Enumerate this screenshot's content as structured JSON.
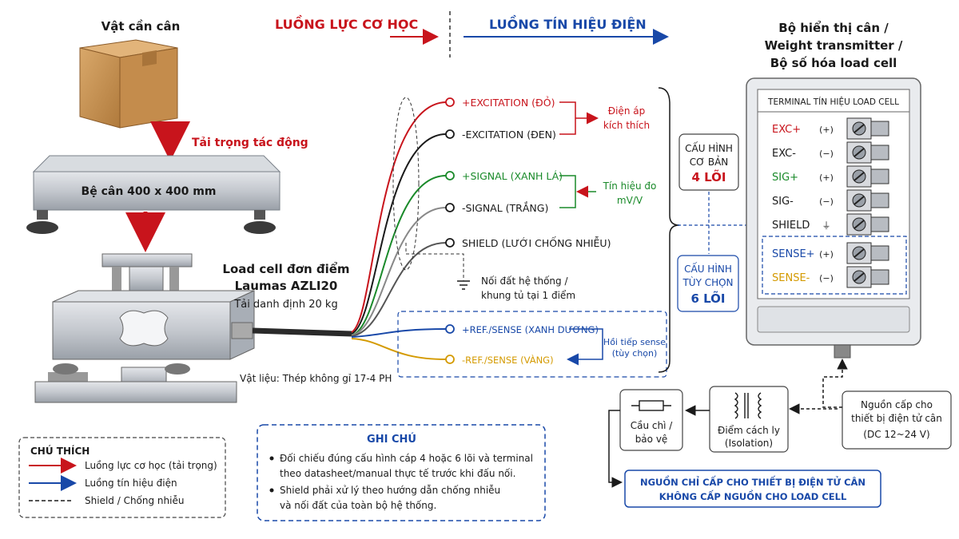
{
  "flows": {
    "mechanical": "LUỒNG LỰC CƠ HỌC",
    "electrical": "LUỒNG TÍN HIỆU ĐIỆN"
  },
  "left": {
    "object_label": "Vật cần cân",
    "load_label": "Tải trọng tác động",
    "platform_label": "Bệ cân 400 x 400 mm",
    "loadcell_line1": "Load cell đơn điểm",
    "loadcell_line2": "Laumas AZLI20",
    "loadcell_line3": "Tải danh định 20 kg",
    "material": "Vật liệu: Thép không gỉ 17-4 PH"
  },
  "wires": [
    {
      "label": "+EXCITATION (ĐỎ)",
      "color": "#c8141c"
    },
    {
      "label": "-EXCITATION (ĐEN)",
      "color": "#1a1a1a"
    },
    {
      "label": "+SIGNAL (XANH LÁ)",
      "color": "#1a8a2a"
    },
    {
      "label": "-SIGNAL (TRẮNG)",
      "color": "#1a1a1a"
    },
    {
      "label": "SHIELD (LƯỚI CHỐNG NHIỄU)",
      "color": "#1a1a1a"
    },
    {
      "label": "+REF./SENSE (XANH DƯƠNG)",
      "color": "#1848a8"
    },
    {
      "label": "-REF./SENSE (VÀNG)",
      "color": "#d49a00"
    }
  ],
  "annotations": {
    "excitation_1": "Điện áp",
    "excitation_2": "kích thích",
    "signal_1": "Tín hiệu đo",
    "signal_2": "mV/V",
    "ground_1": "Nối đất hệ thống /",
    "ground_2": "khung tủ tại 1 điểm",
    "sense_1": "Hồi tiếp sense",
    "sense_2": "(tùy chọn)"
  },
  "config": {
    "basic_1": "CẤU HÌNH",
    "basic_2": "CƠ BẢN",
    "basic_3": "4 LÕI",
    "optional_1": "CẤU HÌNH",
    "optional_2": "TÙY CHỌN",
    "optional_3": "6 LÕI"
  },
  "transmitter": {
    "title_1": "Bộ hiển thị cân /",
    "title_2": "Weight transmitter /",
    "title_3": "Bộ số hóa load cell",
    "terminal_header": "TERMINAL TÍN HIỆU LOAD CELL",
    "terminals": [
      {
        "name": "EXC+",
        "sign": "(+)",
        "color": "#c8141c"
      },
      {
        "name": "EXC-",
        "sign": "(−)",
        "color": "#1a1a1a"
      },
      {
        "name": "SIG+",
        "sign": "(+)",
        "color": "#1a8a2a"
      },
      {
        "name": "SIG-",
        "sign": "(−)",
        "color": "#1a1a1a"
      },
      {
        "name": "SHIELD",
        "sign": "⏚",
        "color": "#1a1a1a"
      },
      {
        "name": "SENSE+",
        "sign": "(+)",
        "color": "#1848a8"
      },
      {
        "name": "SENSE-",
        "sign": "(−)",
        "color": "#d49a00"
      }
    ]
  },
  "power": {
    "supply_1": "Nguồn cấp cho",
    "supply_2": "thiết bị điện tử cân",
    "supply_3": "(DC 12~24 V)",
    "isolation_1": "Điểm cách ly",
    "isolation_2": "(Isolation)",
    "fuse_1": "Cầu chì /",
    "fuse_2": "bảo vệ",
    "note_1": "NGUỒN CHỈ CẤP CHO THIẾT BỊ ĐIỆN TỬ CÂN",
    "note_2": "KHÔNG CẤP NGUỒN CHO LOAD CELL"
  },
  "legend": {
    "title": "CHÚ THÍCH",
    "items": [
      {
        "label": "Luồng lực cơ học (tải trọng)"
      },
      {
        "label": "Luồng tín hiệu điện"
      },
      {
        "label": "Shield / Chống nhiễu"
      }
    ]
  },
  "note": {
    "title": "GHI CHÚ",
    "lines": [
      "Đối chiếu đúng cấu hình cáp 4 hoặc 6 lõi và terminal",
      "theo datasheet/manual thực tế trước khi đấu nối.",
      "Shield phải xử lý theo hướng dẫn chống nhiễu",
      "và nối đất của toàn bộ hệ thống."
    ]
  },
  "colors": {
    "red": "#c8141c",
    "blue": "#1848a8",
    "green": "#1a8a2a",
    "yellow": "#d49a00"
  }
}
